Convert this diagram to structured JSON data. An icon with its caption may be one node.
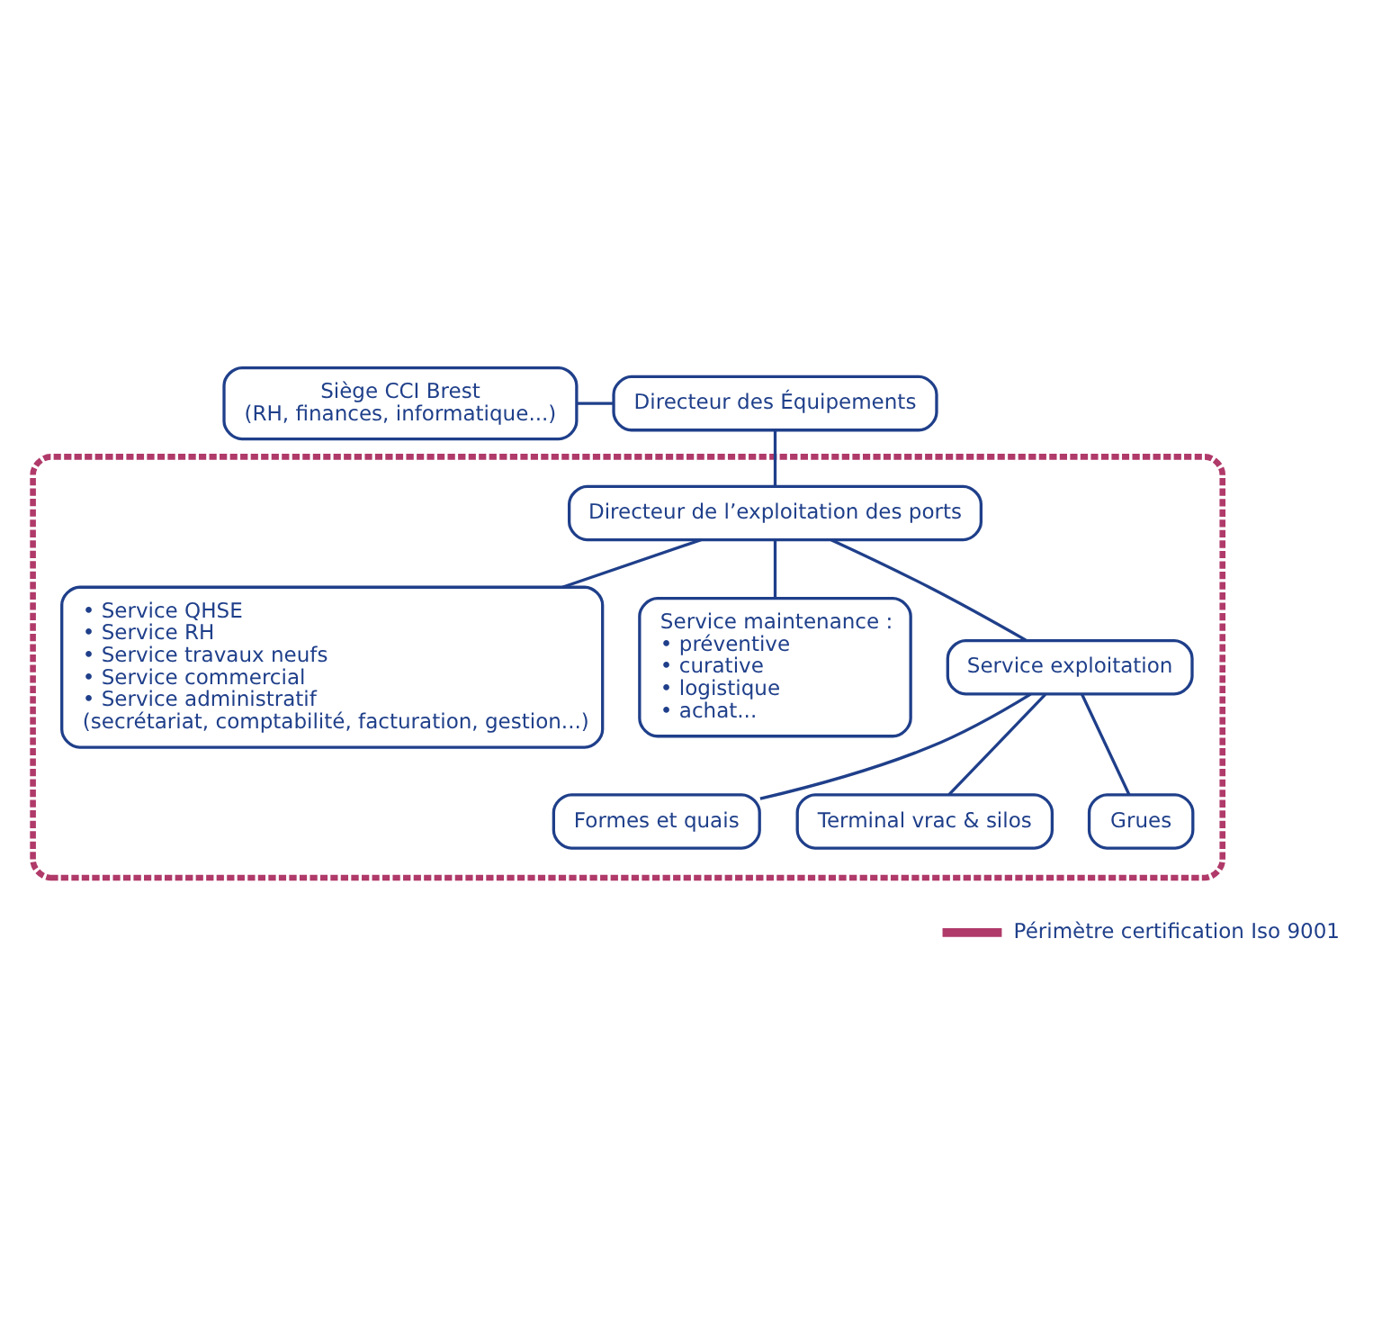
{
  "diagram": {
    "nodes": [
      {
        "text": [
          "Siège CCI Brest",
          "(RH, finances, informatique...)"
        ]
      },
      {
        "text": [
          "Directeur des Équipements"
        ]
      },
      {
        "text": [],
        "shape": "box"
      },
      {
        "text": [
          "Directeur de l’exploitation des ports"
        ],
        "in": 2
      },
      {
        "text": [
          "• Service QHSE",
          "• Service RH",
          "• Service travaux neufs",
          "• Service commercial",
          "• Service administratif",
          "(secrétariat, comptabilité, facturation, gestion...)"
        ],
        "in": 2
      },
      {
        "text": [
          "Service maintenance :",
          "• préventive",
          "• curative",
          "• logistique",
          "• achat..."
        ],
        "in": 2
      },
      {
        "text": [
          "Service exploitation"
        ],
        "in": 2
      },
      {
        "text": [
          "Formes et quais"
        ],
        "in": 2
      },
      {
        "text": [
          "Terminal vrac & silos"
        ],
        "in": 2
      },
      {
        "text": [
          "Grues"
        ],
        "in": 2
      }
    ],
    "edges": [
      {
        "from": 0,
        "to": 1,
        "arrow": "none"
      },
      {
        "from": 1,
        "to": 3,
        "arrow": "none"
      },
      {
        "from": 3,
        "to": 4,
        "arrow": "none"
      },
      {
        "from": 3,
        "to": 5,
        "arrow": "none"
      },
      {
        "from": 3,
        "to": 6,
        "arrow": "none"
      },
      {
        "from": 6,
        "to": 7,
        "arrow": "none"
      },
      {
        "from": 6,
        "to": 8,
        "arrow": "none"
      },
      {
        "from": 6,
        "to": 9,
        "arrow": "none"
      }
    ],
    "legend": [
      {
        "text": "Périmètre certification Iso 9001"
      }
    ]
  }
}
